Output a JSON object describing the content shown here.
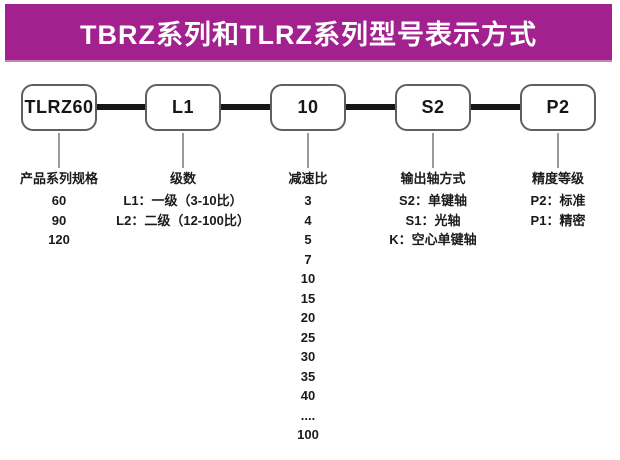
{
  "header": {
    "title": "TBRZ系列和TLRZ系列型号表示方式"
  },
  "colors": {
    "banner_bg": "#A2218F",
    "banner_text": "#FFFFFF",
    "connector": "#161616",
    "box_border": "#5F5F5F",
    "pointer_line": "#9A9A9A",
    "text": "#1A1A1A"
  },
  "diagram": {
    "segments": [
      {
        "code": "TLRZ60",
        "label": "产品系列规格",
        "options": [
          "60",
          "90",
          "120"
        ]
      },
      {
        "code": "L1",
        "label": "级数",
        "options": [
          "L1：一级（3-10比）",
          "L2：二级（12-100比）"
        ]
      },
      {
        "code": "10",
        "label": "减速比",
        "options": [
          "3",
          "4",
          "5",
          "7",
          "10",
          "15",
          "20",
          "25",
          "30",
          "35",
          "40",
          "....",
          "100"
        ]
      },
      {
        "code": "S2",
        "label": "输出轴方式",
        "options": [
          "S2：单键轴",
          "S1：光轴",
          "K：空心单键轴"
        ]
      },
      {
        "code": "P2",
        "label": "精度等级",
        "options": [
          "P2：标准",
          "P1：精密"
        ]
      }
    ]
  }
}
